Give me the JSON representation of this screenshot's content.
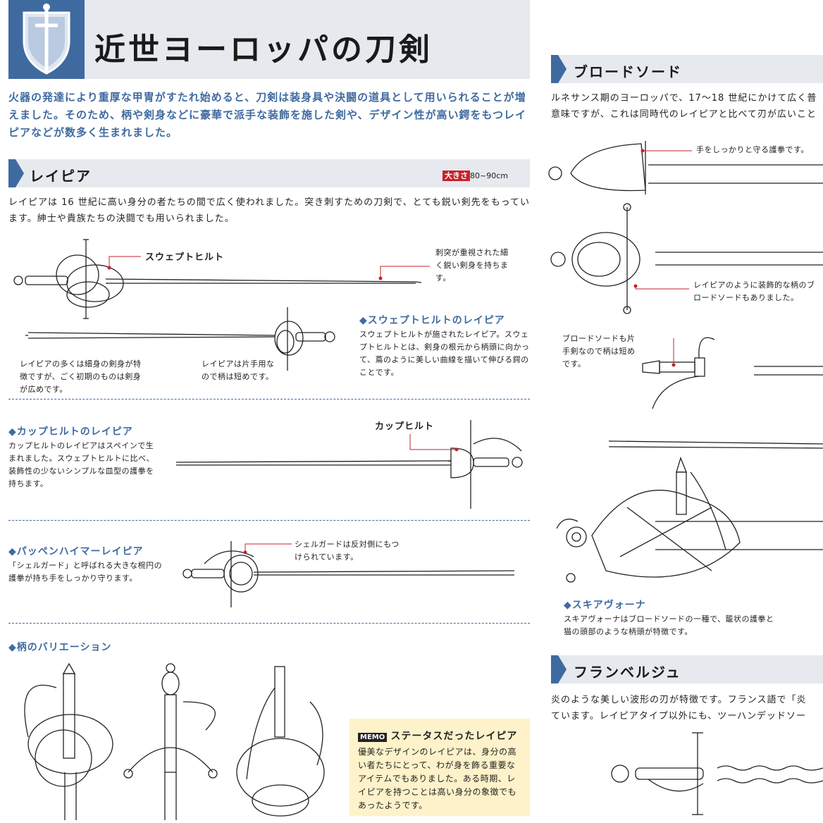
{
  "page": {
    "title": "近世ヨーロッパの刀剣",
    "intro": "火器の発達により重厚な甲冑がすたれ始めると、刀剣は装身具や決闘の道具として用いられることが増えました。そのため、柄や剣身などに豪華で派手な装飾を施した剣や、デザイン性が高い鍔をもつレイピアなどが数多く生まれました。"
  },
  "rapier": {
    "title": "レイピア",
    "size_label": "大きさ",
    "size_value": "80~90cm",
    "description": "レイピアは 16 世紀に高い身分の者たちの間で広く使われました。突き刺すための刀剣で、とても鋭い剣先をもっています。紳士や貴族たちの決闘でも用いられました。",
    "swept_label": "スウェプトヒルト",
    "blade_note": "刺突が重視された細く鋭い剣身を持ちます。",
    "early_note": "レイピアの多くは細身の剣身が特徴ですが、ごく初期のものは剣身が広めです。",
    "onehand_note": "レイピアは片手用なので柄は短めです。",
    "swept_heading": "◆スウェプトヒルトのレイピア",
    "swept_text": "スウェプトヒルトが施されたレイピア。スウェプトヒルトとは、剣身の根元から柄頭に向かって、蔦のように美しい曲線を描いて伸びる鍔のことです。",
    "cup_heading": "◆カップヒルトのレイピア",
    "cup_text": "カップヒルトのレイピアはスペインで生まれました。スウェプトヒルトに比べ、装飾性の少ないシンプルな皿型の護拳を持ちます。",
    "cup_label": "カップヒルト",
    "pappen_heading": "◆パッペンハイマーレイピア",
    "pappen_text": "「シェルガード」と呼ばれる大きな椀円の護拳が持ち手をしっかり守ります。",
    "shell_note": "シェルガードは反対側にもつけられています。",
    "variation_heading": "◆柄のバリエーション",
    "memo_tag": "MEMO",
    "memo_title": "ステータスだったレイピア",
    "memo_text": "優美なデザインのレイピアは、身分の高い者たちにとって、わが身を飾る重要なアイテムでもありました。ある時期、レイピアを持つことは高い身分の象徴でもあったようです。"
  },
  "broadsword": {
    "title": "ブロードソード",
    "description_line1": "ルネサンス期のヨーロッパで、17～18 世紀にかけて広く普",
    "description_line2": "意味ですが、これは同時代のレイピアと比べて刃が広いこと",
    "guard_note": "手をしっかりと守る護拳です。",
    "decor_note": "レイピアのように装飾的な柄のブロードソードもありました。",
    "onehand_note": "ブロードソードも片手剣なので柄は短めです。",
    "schiavona_heading": "◆スキアヴォーナ",
    "schiavona_text": "スキアヴォーナはブロードソードの一種で、籠状の護拳と猫の頭部のような柄頭が特徴です。"
  },
  "flamberge": {
    "title": "フランベルジュ",
    "description_line1": "炎のような美しい波形の刃が特徴です。フランス語で「炎",
    "description_line2": "ています。レイピアタイプ以外にも、ツーハンデッドソー"
  },
  "colors": {
    "accent": "#3f6aa0",
    "red": "#c7202b",
    "band": "#e6e9ee",
    "memo_bg": "#fdf2c9"
  },
  "icons": [
    "shield-sword-icon",
    "chevron-icon"
  ]
}
